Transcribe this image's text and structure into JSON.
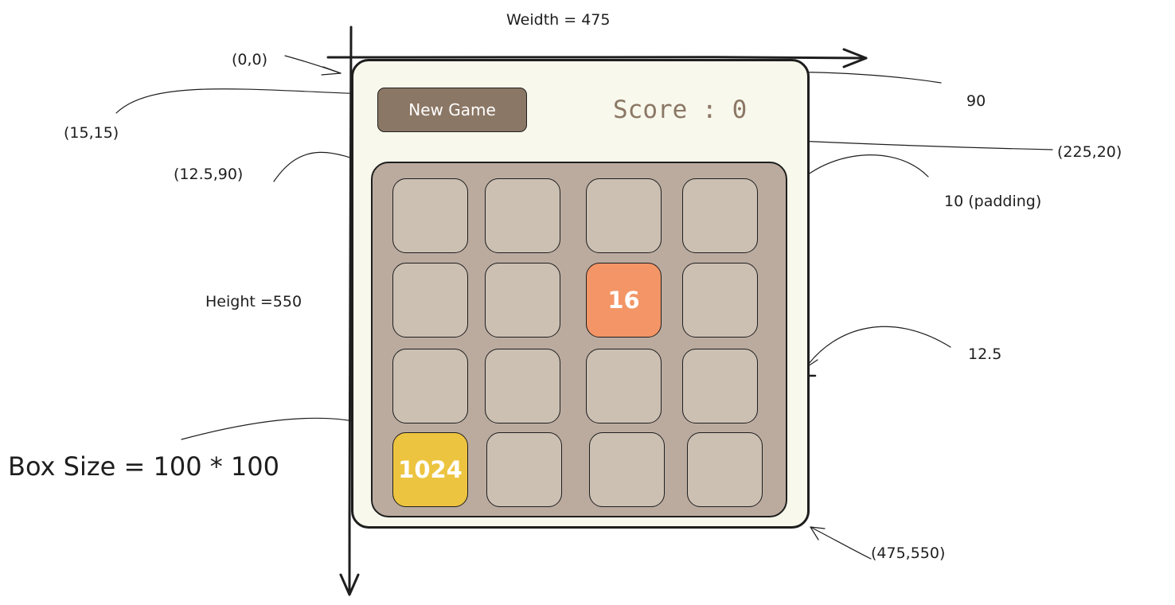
{
  "annotations": {
    "width": "Weidth = 475",
    "height": "Height =550",
    "origin": "(0,0)",
    "button_pos": "(15,15)",
    "board_pos": "(12.5,90)",
    "divider_x": "90",
    "score_pos": "(225,20)",
    "padding": "10 (padding)",
    "margin": "12.5",
    "box_size": "Box Size = 100 * 100",
    "corner": "(475,550)"
  },
  "game": {
    "new_game_label": "New Game",
    "score_label": "Score :",
    "score_value": "0"
  },
  "colors": {
    "frame_bg": "#f8f8ec",
    "button_bg": "#8b7765",
    "score_text": "#8b7765",
    "board_bg": "#bbab9f",
    "empty_tile": "#ccc0b3",
    "tile_16": "#f39566",
    "tile_1024": "#edc440"
  },
  "board": {
    "rows": [
      [
        "",
        "",
        "",
        ""
      ],
      [
        "",
        "",
        "16",
        ""
      ],
      [
        "",
        "",
        "",
        ""
      ],
      [
        "1024",
        "",
        "",
        ""
      ]
    ]
  }
}
